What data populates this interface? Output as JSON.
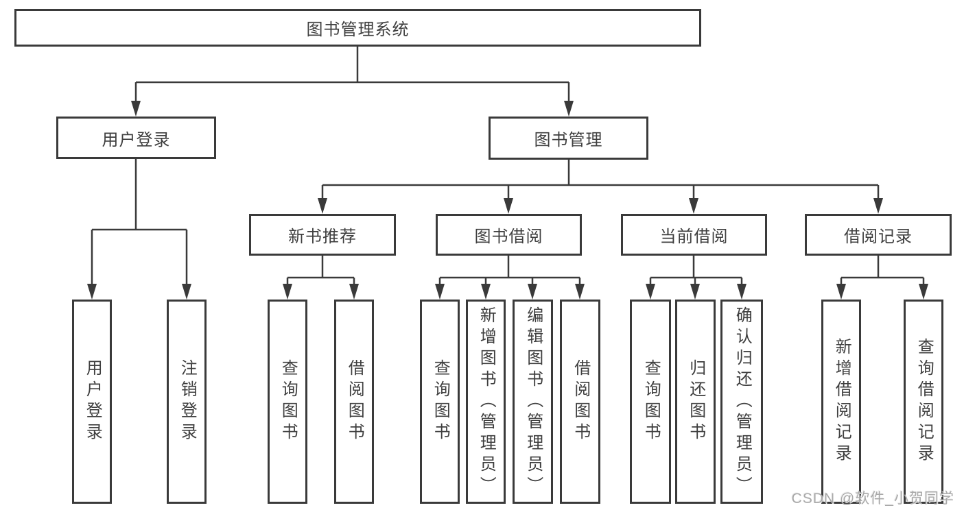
{
  "tree": {
    "root": {
      "label": "图书管理系统",
      "children": [
        {
          "label": "用户登录",
          "children": [
            {
              "label": "用户登录"
            },
            {
              "label": "注销登录"
            }
          ]
        },
        {
          "label": "图书管理",
          "children": [
            {
              "label": "新书推荐",
              "children": [
                {
                  "label": "查询图书"
                },
                {
                  "label": "借阅图书"
                }
              ]
            },
            {
              "label": "图书借阅",
              "children": [
                {
                  "label": "查询图书"
                },
                {
                  "label": "新增图书（管理员）"
                },
                {
                  "label": "编辑图书（管理员）"
                },
                {
                  "label": "借阅图书"
                }
              ]
            },
            {
              "label": "当前借阅",
              "children": [
                {
                  "label": "查询图书"
                },
                {
                  "label": "归还图书"
                },
                {
                  "label": "确认归还（管理员）"
                }
              ]
            },
            {
              "label": "借阅记录",
              "children": [
                {
                  "label": "新增借阅记录"
                },
                {
                  "label": "查询借阅记录"
                }
              ]
            }
          ]
        }
      ]
    }
  },
  "watermark": "CSDN @软件_小贺同学",
  "colors": {
    "line": "#3a3a3a",
    "text": "#3f3f3f",
    "watermark": "#a9a9a9",
    "background": "#ffffff"
  }
}
